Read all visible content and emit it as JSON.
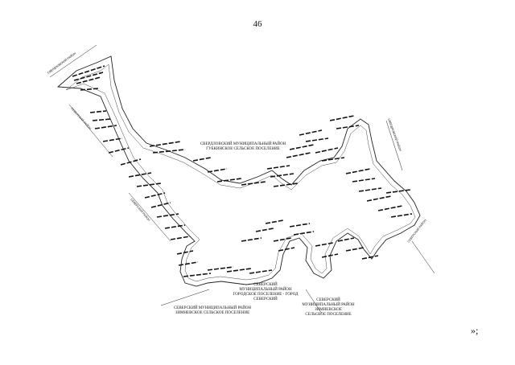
{
  "page": {
    "number": "46",
    "footer_mark": "»;"
  },
  "map": {
    "labels": {
      "gubkinsky": [
        "СВЕРДЛОВСКИЙ МУНИЦИПАЛЬНЫЙ РАЙОН",
        "ГУБКИНСКОЕ СЕЛЬСКОЕ ПОСЕЛЕНИЕ"
      ],
      "town": [
        "СЕВЕРСКИЙ",
        "МУНИЦИПАЛЬНЫЙ РАЙОН",
        "ГОРОДСКОЕ ПОСЕЛЕНИЕ - ГОРОД",
        "СЕВЕРСКИЙ"
      ],
      "bottom_left": [
        "СЕВЕРСКИЙ МУНИЦИПАЛЬНЫЙ РАЙОН",
        "ЗИМНЕВСКОЕ СЕЛЬСКОЕ ПОСЕЛЕНИЕ"
      ],
      "bottom_right": [
        "СЕВЕРСКИЙ",
        "МУНИЦИПАЛЬНЫЙ РАЙОН",
        "ЗИМНЕВСКОЕ",
        "СЕЛЬСКОЕ ПОСЕЛЕНИЕ"
      ]
    }
  }
}
